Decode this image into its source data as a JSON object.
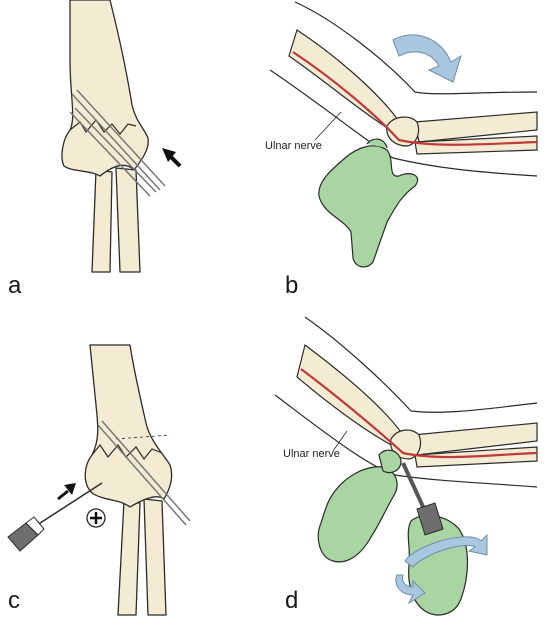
{
  "figure": {
    "panels": [
      {
        "letter": "a"
      },
      {
        "letter": "b",
        "nerve_label": "Ulnar nerve"
      },
      {
        "letter": "c"
      },
      {
        "letter": "d",
        "nerve_label": "Ulnar nerve"
      }
    ]
  },
  "colors": {
    "bone": "#f3ecd2",
    "outline": "#2b2b2b",
    "nerve": "#c0393b",
    "glove": "#a8d5a2",
    "rotation_arrow": "#a9c8e0",
    "wire": "#9a9a9a",
    "handle": "#6e6e6e"
  },
  "icons": [
    "black-arrow-icon",
    "curved-rotation-arrow-icon",
    "screw-head-icon",
    "twist-arrow-icon"
  ]
}
